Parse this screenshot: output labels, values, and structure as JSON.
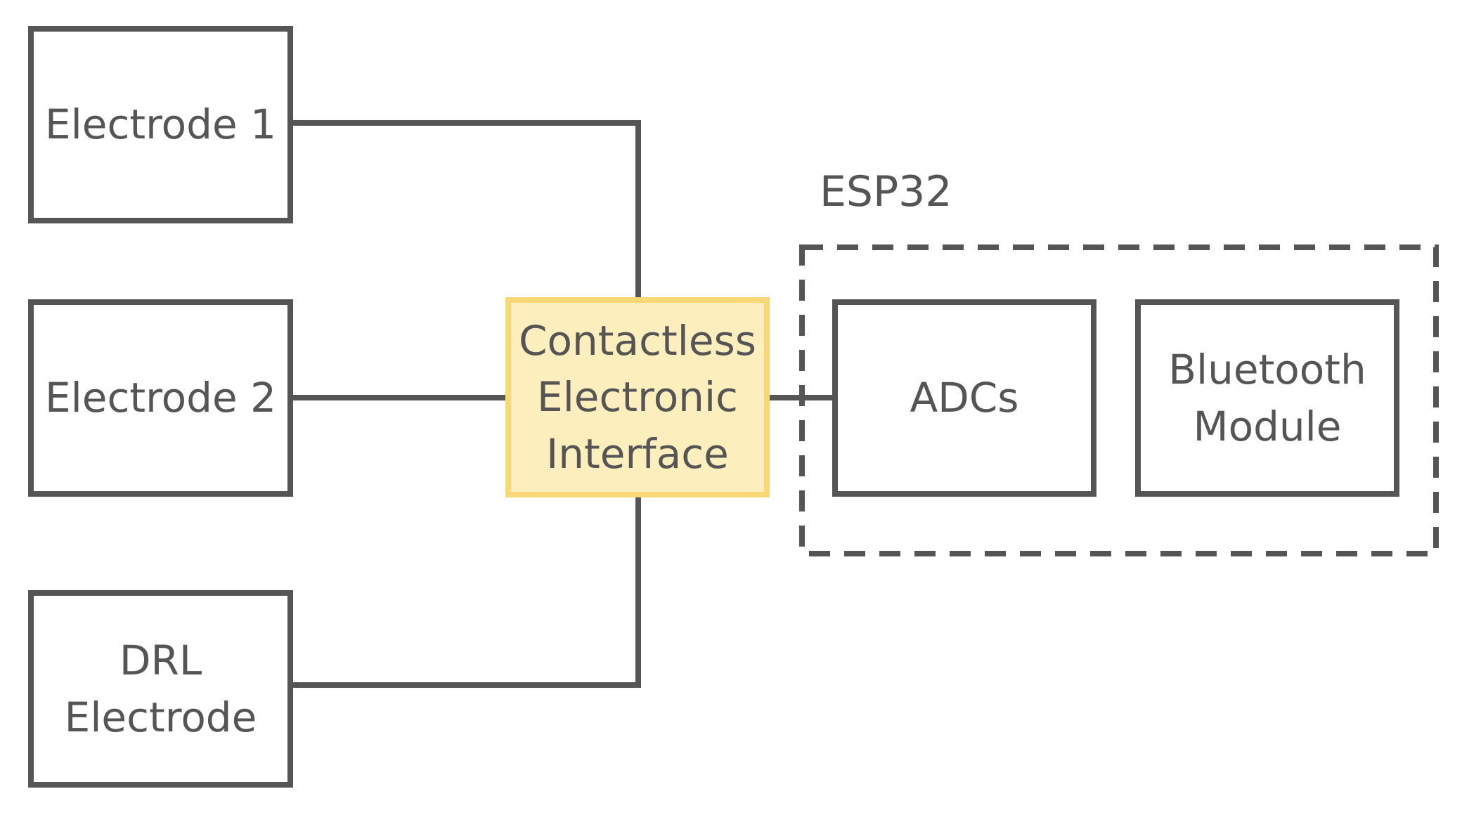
{
  "nodes": {
    "electrode_1": {
      "label_lines": [
        "Electrode 1"
      ]
    },
    "electrode_2": {
      "label_lines": [
        "Electrode 2"
      ]
    },
    "drl_electrode": {
      "label_lines": [
        "DRL",
        "Electrode"
      ]
    },
    "interface": {
      "label_lines": [
        "Contactless",
        "Electronic",
        "Interface"
      ]
    },
    "adcs": {
      "label_lines": [
        "ADCs"
      ]
    },
    "bluetooth": {
      "label_lines": [
        "Bluetooth",
        "Module"
      ]
    }
  },
  "group": {
    "label": "ESP32"
  },
  "colors": {
    "stroke": "#555555",
    "highlight_fill": "#fdeebd",
    "highlight_stroke": "#f9d777",
    "text": "#555555"
  },
  "edges": [
    {
      "from": "electrode_1",
      "to": "interface"
    },
    {
      "from": "electrode_2",
      "to": "interface"
    },
    {
      "from": "drl_electrode",
      "to": "interface"
    },
    {
      "from": "interface",
      "to": "adcs"
    }
  ]
}
